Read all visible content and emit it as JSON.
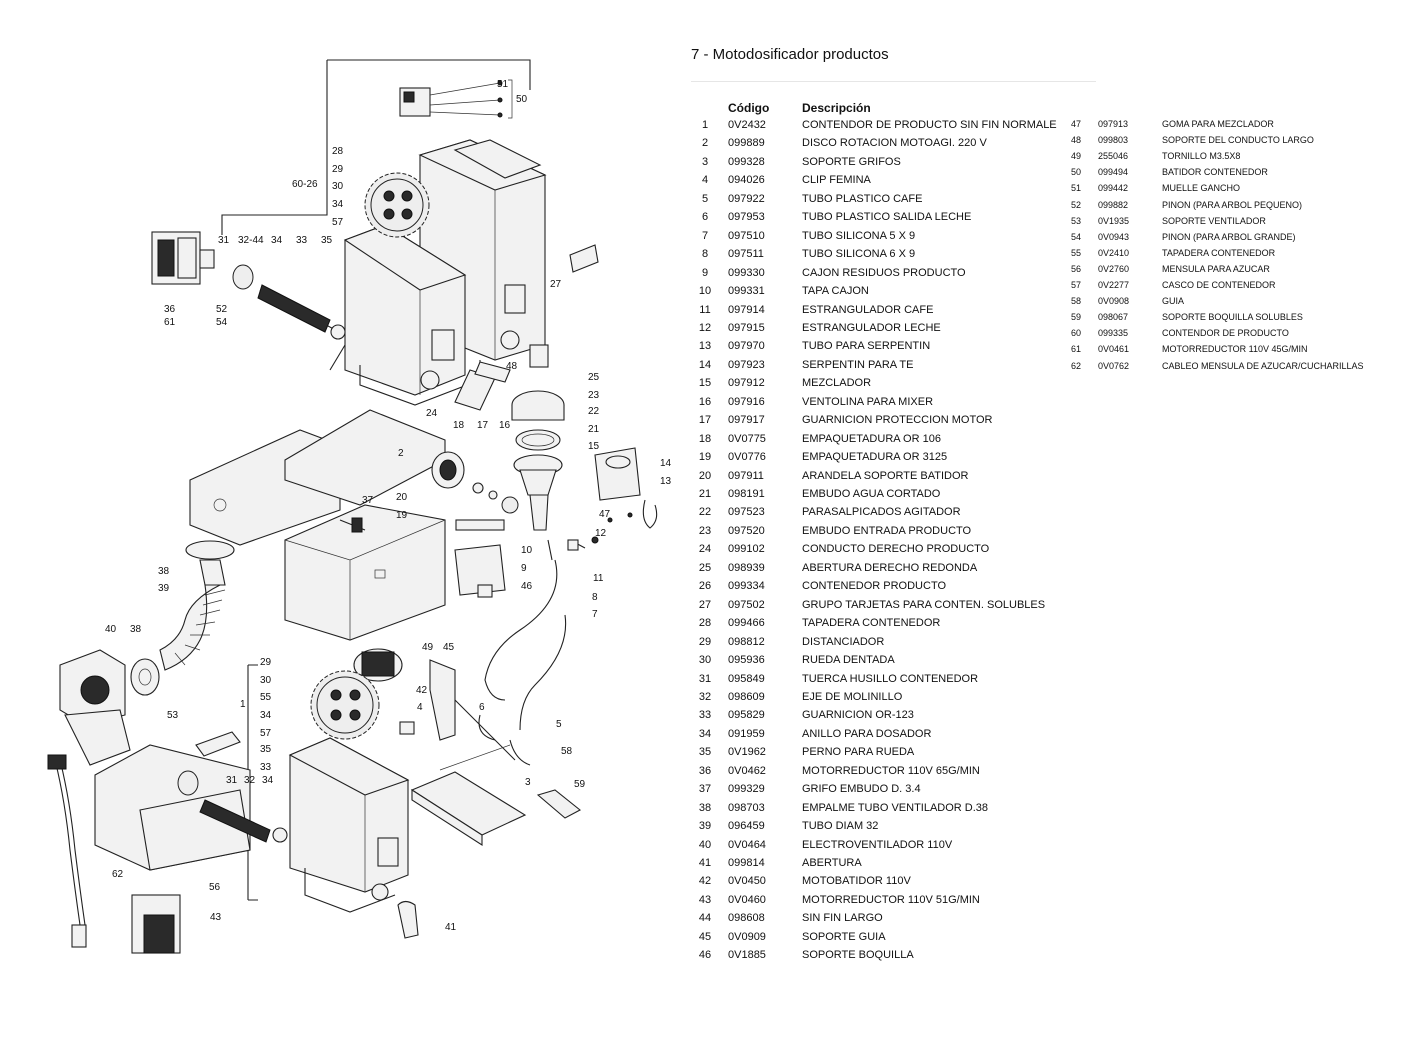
{
  "section": {
    "title": "7 - Motodosificador productos"
  },
  "table": {
    "headers": {
      "code": "Código",
      "description": "Descripción"
    },
    "rows_left": [
      {
        "n": "1",
        "code": "0V2432",
        "desc": "CONTENDOR DE PRODUCTO SIN FIN NORMALE"
      },
      {
        "n": "2",
        "code": "099889",
        "desc": "DISCO ROTACION MOTOAGI. 220 V"
      },
      {
        "n": "3",
        "code": "099328",
        "desc": "SOPORTE GRIFOS"
      },
      {
        "n": "4",
        "code": "094026",
        "desc": "CLIP FEMINA"
      },
      {
        "n": "5",
        "code": "097922",
        "desc": "TUBO PLASTICO CAFE"
      },
      {
        "n": "6",
        "code": "097953",
        "desc": "TUBO PLASTICO SALIDA LECHE"
      },
      {
        "n": "7",
        "code": "097510",
        "desc": "TUBO SILICONA 5 X 9"
      },
      {
        "n": "8",
        "code": "097511",
        "desc": "TUBO SILICONA 6 X 9"
      },
      {
        "n": "9",
        "code": "099330",
        "desc": "CAJON RESIDUOS PRODUCTO"
      },
      {
        "n": "10",
        "code": "099331",
        "desc": "TAPA CAJON"
      },
      {
        "n": "11",
        "code": "097914",
        "desc": "ESTRANGULADOR CAFE"
      },
      {
        "n": "12",
        "code": "097915",
        "desc": "ESTRANGULADOR LECHE"
      },
      {
        "n": "13",
        "code": "097970",
        "desc": "TUBO PARA SERPENTIN"
      },
      {
        "n": "14",
        "code": "097923",
        "desc": "SERPENTIN PARA TE"
      },
      {
        "n": "15",
        "code": "097912",
        "desc": "MEZCLADOR"
      },
      {
        "n": "16",
        "code": "097916",
        "desc": "VENTOLINA PARA MIXER"
      },
      {
        "n": "17",
        "code": "097917",
        "desc": "GUARNICION PROTECCION MOTOR"
      },
      {
        "n": "18",
        "code": "0V0775",
        "desc": "EMPAQUETADURA OR 106"
      },
      {
        "n": "19",
        "code": "0V0776",
        "desc": "EMPAQUETADURA OR 3125"
      },
      {
        "n": "20",
        "code": "097911",
        "desc": "ARANDELA SOPORTE BATIDOR"
      },
      {
        "n": "21",
        "code": "098191",
        "desc": "EMBUDO AGUA CORTADO"
      },
      {
        "n": "22",
        "code": "097523",
        "desc": "PARASALPICADOS AGITADOR"
      },
      {
        "n": "23",
        "code": "097520",
        "desc": "EMBUDO ENTRADA PRODUCTO"
      },
      {
        "n": "24",
        "code": "099102",
        "desc": "CONDUCTO DERECHO PRODUCTO"
      },
      {
        "n": "25",
        "code": "098939",
        "desc": "ABERTURA DERECHO REDONDA"
      },
      {
        "n": "26",
        "code": "099334",
        "desc": "CONTENEDOR PRODUCTO"
      },
      {
        "n": "27",
        "code": "097502",
        "desc": "GRUPO TARJETAS PARA CONTEN. SOLUBLES"
      },
      {
        "n": "28",
        "code": "099466",
        "desc": "TAPADERA CONTENEDOR"
      },
      {
        "n": "29",
        "code": "098812",
        "desc": "DISTANCIADOR"
      },
      {
        "n": "30",
        "code": "095936",
        "desc": "RUEDA DENTADA"
      },
      {
        "n": "31",
        "code": "095849",
        "desc": "TUERCA HUSILLO CONTENEDOR"
      },
      {
        "n": "32",
        "code": "098609",
        "desc": "EJE DE MOLINILLO"
      },
      {
        "n": "33",
        "code": "095829",
        "desc": "GUARNICION OR-123"
      },
      {
        "n": "34",
        "code": "091959",
        "desc": "ANILLO PARA DOSADOR"
      },
      {
        "n": "35",
        "code": "0V1962",
        "desc": "PERNO PARA RUEDA"
      },
      {
        "n": "36",
        "code": "0V0462",
        "desc": "MOTORREDUCTOR 110V 65G/MIN"
      },
      {
        "n": "37",
        "code": "099329",
        "desc": "GRIFO EMBUDO D. 3.4"
      },
      {
        "n": "38",
        "code": "098703",
        "desc": "EMPALME TUBO VENTILADOR D.38"
      },
      {
        "n": "39",
        "code": "096459",
        "desc": "TUBO DIAM 32"
      },
      {
        "n": "40",
        "code": "0V0464",
        "desc": "ELECTROVENTILADOR 110V"
      },
      {
        "n": "41",
        "code": "099814",
        "desc": "ABERTURA"
      },
      {
        "n": "42",
        "code": "0V0450",
        "desc": "MOTOBATIDOR 110V"
      },
      {
        "n": "43",
        "code": "0V0460",
        "desc": "MOTORREDUCTOR 110V 51G/MIN"
      },
      {
        "n": "44",
        "code": "098608",
        "desc": "SIN FIN LARGO"
      },
      {
        "n": "45",
        "code": "0V0909",
        "desc": "SOPORTE GUIA"
      },
      {
        "n": "46",
        "code": "0V1885",
        "desc": "SOPORTE BOQUILLA"
      }
    ],
    "rows_right": [
      {
        "n": "47",
        "code": "097913",
        "desc": "GOMA PARA MEZCLADOR"
      },
      {
        "n": "48",
        "code": "099803",
        "desc": "SOPORTE DEL CONDUCTO LARGO"
      },
      {
        "n": "49",
        "code": "255046",
        "desc": "TORNILLO M3.5X8"
      },
      {
        "n": "50",
        "code": "099494",
        "desc": "BATIDOR CONTENEDOR"
      },
      {
        "n": "51",
        "code": "099442",
        "desc": "MUELLE GANCHO"
      },
      {
        "n": "52",
        "code": "099882",
        "desc": "PINON (PARA ARBOL PEQUENO)"
      },
      {
        "n": "53",
        "code": "0V1935",
        "desc": "SOPORTE VENTILADOR"
      },
      {
        "n": "54",
        "code": "0V0943",
        "desc": "PINON (PARA ARBOL GRANDE)"
      },
      {
        "n": "55",
        "code": "0V2410",
        "desc": "TAPADERA CONTENEDOR"
      },
      {
        "n": "56",
        "code": "0V2760",
        "desc": "MENSULA PARA AZUCAR"
      },
      {
        "n": "57",
        "code": "0V2277",
        "desc": "CASCO DE CONTENEDOR"
      },
      {
        "n": "58",
        "code": "0V0908",
        "desc": "GUIA"
      },
      {
        "n": "59",
        "code": "098067",
        "desc": "SOPORTE BOQUILLA SOLUBLES"
      },
      {
        "n": "60",
        "code": "099335",
        "desc": "CONTENDOR DE PRODUCTO"
      },
      {
        "n": "61",
        "code": "0V0461",
        "desc": "MOTORREDUCTOR 110V 45G/MIN"
      },
      {
        "n": "62",
        "code": "0V0762",
        "desc": "CABLEO MENSULA DE AZUCAR/CUCHARILLAS"
      }
    ]
  },
  "diagram": {
    "callouts": [
      "51",
      "50",
      "28",
      "29",
      "30",
      "60-26",
      "34",
      "57",
      "31",
      "32-44",
      "34",
      "33",
      "35",
      "36",
      "61",
      "52",
      "54",
      "27",
      "48",
      "25",
      "24",
      "23",
      "22",
      "21",
      "15",
      "18",
      "17",
      "16",
      "14",
      "13",
      "2",
      "37",
      "20",
      "19",
      "47",
      "12",
      "11",
      "10",
      "9",
      "46",
      "8",
      "7",
      "38",
      "39",
      "40",
      "38",
      "53",
      "49",
      "45",
      "42",
      "29",
      "30",
      "55",
      "1",
      "34",
      "57",
      "4",
      "6",
      "5",
      "3",
      "35",
      "33",
      "31",
      "32",
      "34",
      "58",
      "59",
      "62",
      "56",
      "43",
      "41"
    ]
  }
}
